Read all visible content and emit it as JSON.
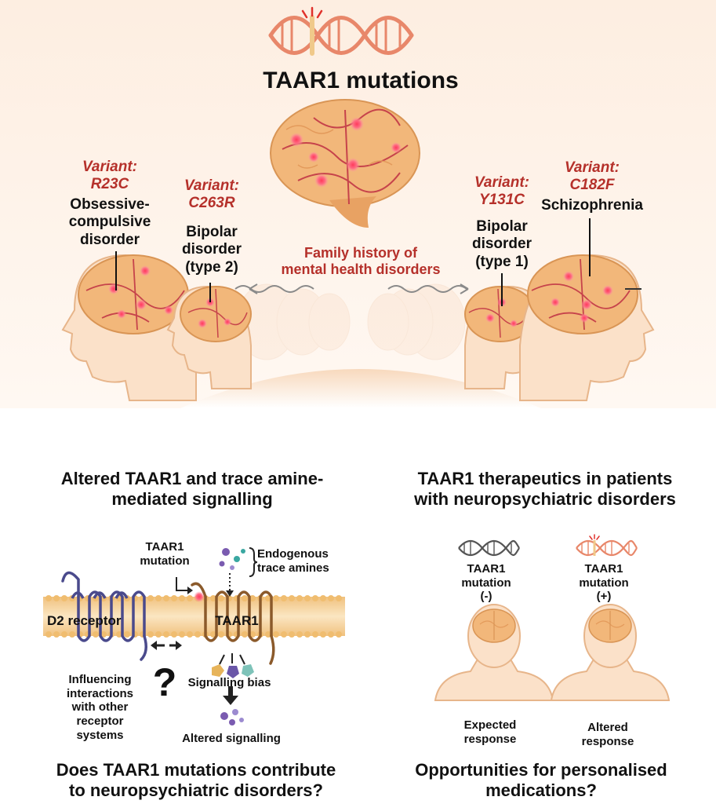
{
  "title": "TAAR1 mutations",
  "family_history": "Family history of\nmental health disorders",
  "variants": [
    {
      "name": "Variant:\nR23C",
      "disorder": "Obsessive-\ncompulsive\ndisorder"
    },
    {
      "name": "Variant:\nC263R",
      "disorder": "Bipolar\ndisorder\n(type 2)"
    },
    {
      "name": "Variant:\nY131C",
      "disorder": "Bipolar\ndisorder\n(type 1)"
    },
    {
      "name": "Variant:\nC182F",
      "disorder": "Schizophrenia"
    }
  ],
  "left_panel": {
    "heading": "Altered TAAR1 and trace amine-\nmediated signalling",
    "taar1_mutation": "TAAR1\nmutation",
    "endogenous": "Endogenous\ntrace amines",
    "d2_receptor": "D2 receptor",
    "taar1": "TAAR1",
    "influencing": "Influencing\ninteractions\nwith other\nreceptor\nsystems",
    "question": "?",
    "signalling_bias": "Signalling bias",
    "altered_signalling": "Altered signalling",
    "bottom_question": "Does TAAR1 mutations contribute\nto neuropsychiatric disorders?"
  },
  "right_panel": {
    "heading": "TAAR1 therapeutics in patients\nwith neuropsychiatric disorders",
    "neg_label": "TAAR1\nmutation\n(-)",
    "pos_label": "TAAR1\nmutation\n(+)",
    "expected": "Expected\nresponse",
    "altered": "Altered\nresponse",
    "bottom_question": "Opportunities for personalised\nmedications?"
  },
  "colors": {
    "variant_red": "#b5302a",
    "brain": "#f2b77a",
    "dna_orange": "#e8876a",
    "membrane": "#f3c98a",
    "d2_purple": "#4a4a8c",
    "taar1_brown": "#8b5a2b"
  }
}
